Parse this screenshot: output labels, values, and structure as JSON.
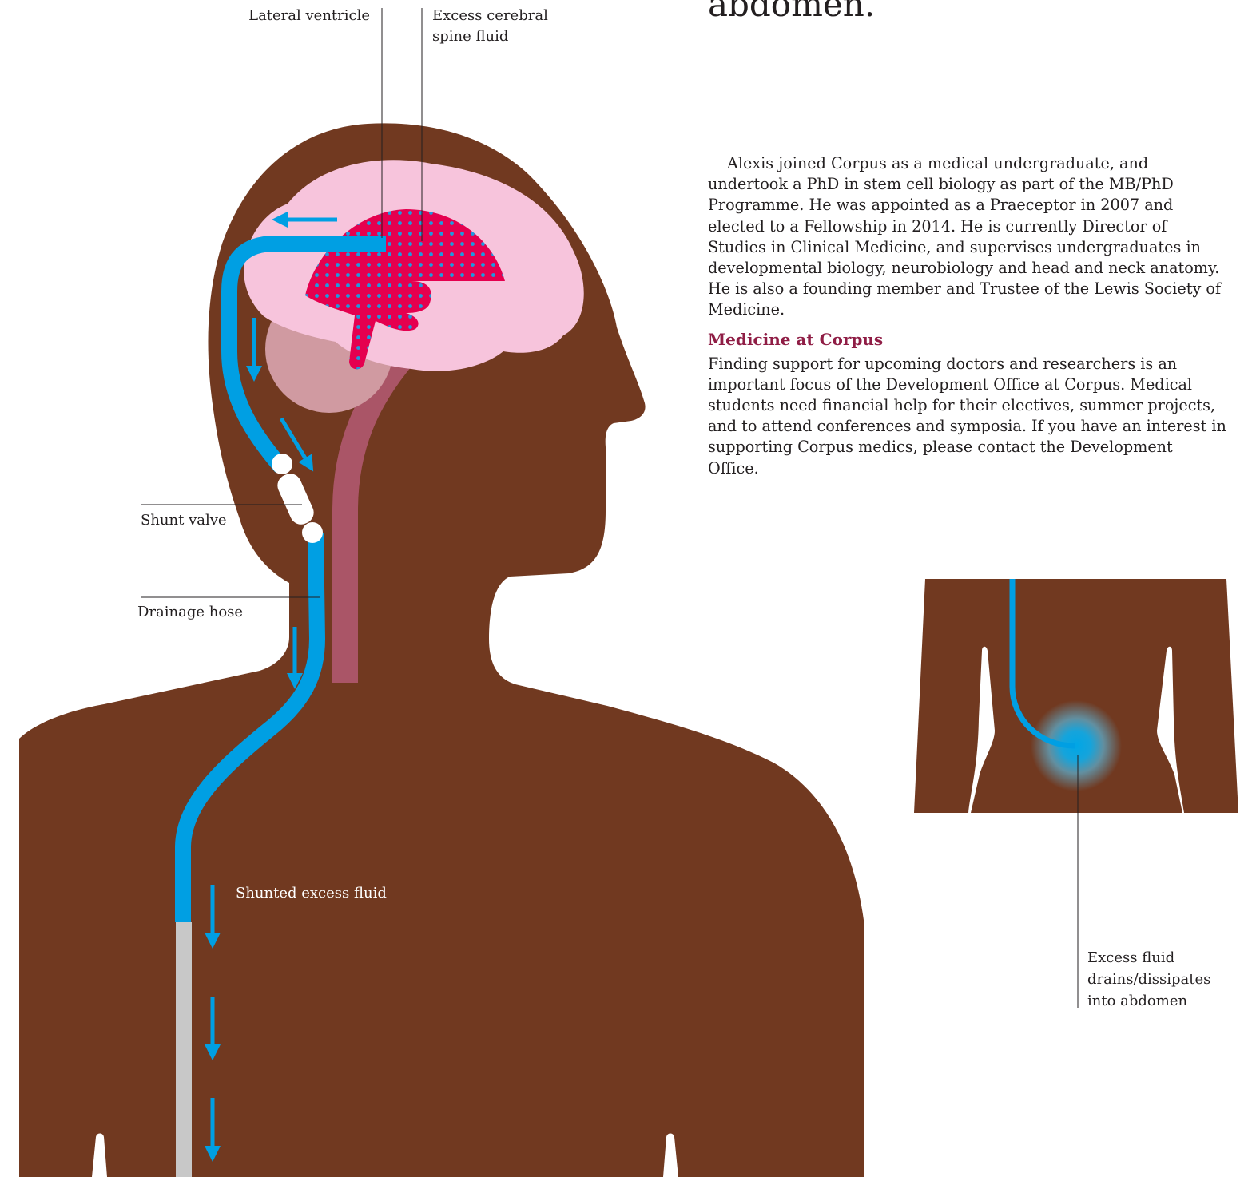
{
  "quote": {
    "tail": "abdomen.”"
  },
  "article": {
    "bio": "Alexis joined Corpus as a medical undergraduate, and undertook a PhD in stem cell biology as part of the MB/PhD Programme. He was appointed as a Praeceptor in 2007 and elected to a Fellowship in 2014. He is currently Director of Studies in Clinical Medicine, and supervises undergraduates in developmental biology, neurobiology and head and neck anatomy. He is also a founding member and Trustee of the Lewis Society of Medicine.",
    "section_heading": "Medicine at Corpus",
    "section_body": "Finding support for upcoming doctors and researchers is an important focus of the Development Office at Corpus. Medical students need financial help for their electives, summer projects, and to attend conferences and symposia. If you have an interest in supporting Corpus medics, please contact the Development Office."
  },
  "diagram": {
    "labels": {
      "lateral_ventricle": "Lateral ventricle",
      "excess_csf": [
        "Excess cerebral",
        "spine fluid"
      ],
      "shunt_valve": "Shunt valve",
      "drainage_hose": "Drainage hose",
      "shunted_fluid": "Shunted excess fluid",
      "abdomen_note": [
        "Excess fluid",
        "drains/dissipates",
        "into abdomen"
      ]
    },
    "colors": {
      "body": "#713920",
      "brain": "#f7c4dc",
      "ventricle": "#e5004f",
      "dots": "#1d9be0",
      "cerebellum": "#d09aa1",
      "spinal_cord": "#aa5567",
      "hose": "#009fe3",
      "hose_lower": "#c8c8c8",
      "valve": "#ffffff",
      "leader": "#231f20"
    }
  }
}
